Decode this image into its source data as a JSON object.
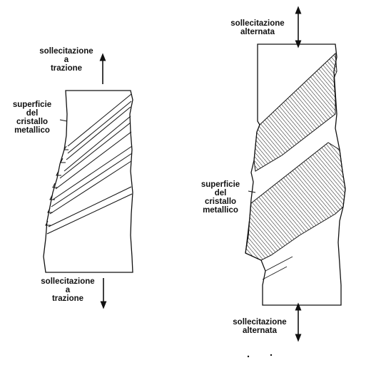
{
  "figure": {
    "left_specimen": {
      "top_label": [
        "sollecitazione",
        "a",
        "trazione"
      ],
      "surface_label": [
        "superficie",
        "del",
        "cristallo",
        "metallico"
      ],
      "bottom_label": [
        "sollecitazione",
        "a",
        "trazione"
      ]
    },
    "right_specimen": {
      "top_label": [
        "sollecitazione",
        "alternata"
      ],
      "surface_label": [
        "superficie",
        "del",
        "cristallo",
        "metallico"
      ],
      "bottom_label": [
        "sollecitazione",
        "alternata"
      ]
    },
    "ink_color": "#111111"
  }
}
